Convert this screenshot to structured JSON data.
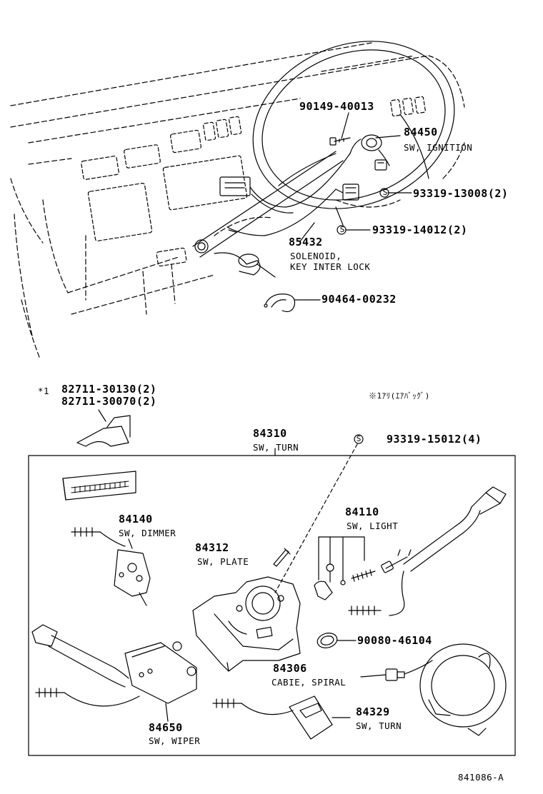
{
  "figure_code": "841086-A",
  "note": "※1ｱﾘ(ｴｱﾊﾞｯｸﾞ)",
  "star_mark": "*1",
  "screw_symbol": "S",
  "parts": {
    "bolt_90149": {
      "number": "90149-40013"
    },
    "ignition": {
      "number": "84450",
      "desc": "SW, IGNITION"
    },
    "screw_93319_13008": {
      "number": "93319-13008(2)"
    },
    "screw_93319_14012": {
      "number": "93319-14012(2)"
    },
    "solenoid": {
      "number": "85432",
      "desc1": "SOLENOID,",
      "desc2": "KEY INTER LOCK"
    },
    "clamp_90464": {
      "number": "90464-00232"
    },
    "clip_30130": {
      "number": "82711-30130(2)"
    },
    "clip_30070": {
      "number": "82711-30070(2)"
    },
    "turn_sw": {
      "number": "84310",
      "desc": "SW, TURN"
    },
    "screw_93319_15012": {
      "number": "93319-15012(4)"
    },
    "dimmer": {
      "number": "84140",
      "desc": "SW, DIMMER"
    },
    "light": {
      "number": "84110",
      "desc": "SW, LIGHT"
    },
    "plate": {
      "number": "84312",
      "desc": "SW, PLATE"
    },
    "band_90080": {
      "number": "90080-46104"
    },
    "spiral": {
      "number": "84306",
      "desc": "CABIE, SPIRAL"
    },
    "turn_329": {
      "number": "84329",
      "desc": "SW, TURN"
    },
    "wiper": {
      "number": "84650",
      "desc": "SW, WIPER"
    }
  }
}
